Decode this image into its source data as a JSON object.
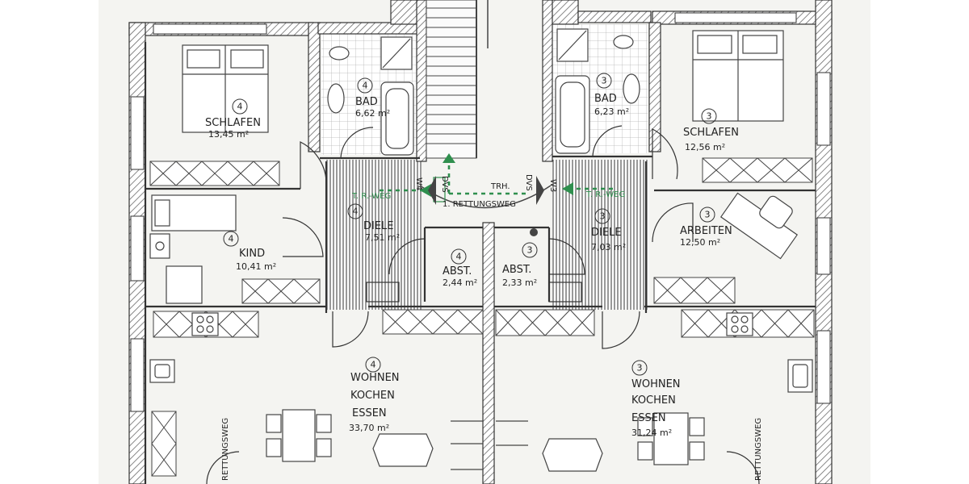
{
  "colors": {
    "paper": "#f4f4f1",
    "ink": "#333333",
    "hatch": "#9a9a9a",
    "green": "#2f8f4e"
  },
  "units": {
    "left": {
      "number": "4",
      "rooms": [
        {
          "id": "schlafen-4",
          "name": "SCHLAFEN",
          "area": "13,45 m²"
        },
        {
          "id": "bad-4",
          "name": "BAD",
          "area": "6,62 m²"
        },
        {
          "id": "diele-4",
          "name": "DIELE",
          "area": "7,51 m²"
        },
        {
          "id": "kind-4",
          "name": "KIND",
          "area": "10,41 m²"
        },
        {
          "id": "abst-4",
          "name": "ABST.",
          "area": "2,44 m²"
        },
        {
          "id": "wohnen-4",
          "name": "WOHNEN",
          "line2": "KOCHEN",
          "line3": "ESSEN",
          "area": "33,70 m²"
        }
      ]
    },
    "right": {
      "number": "3",
      "rooms": [
        {
          "id": "bad-3",
          "name": "BAD",
          "area": "6,23 m²"
        },
        {
          "id": "schlafen-3",
          "name": "SCHLAFEN",
          "area": "12,56 m²"
        },
        {
          "id": "diele-3",
          "name": "DIELE",
          "area": "7,03 m²"
        },
        {
          "id": "arbeiten-3",
          "name": "ARBEITEN",
          "area": "12,50 m²"
        },
        {
          "id": "abst-3",
          "name": "ABST.",
          "area": "2,33 m²"
        },
        {
          "id": "wohnen-3",
          "name": "WOHNEN",
          "line2": "KOCHEN",
          "line3": "ESSEN",
          "area": "31,24 m²"
        }
      ]
    }
  },
  "markers": {
    "w4": "W4",
    "w3": "W3",
    "dvs": "DVS",
    "trh": "TRH.",
    "t_r_weg": "T. R.-WEG",
    "rettungsweg_main": "1. RETTUNGSWEG",
    "rettungsweg_side": "RETTUNGSWEG"
  }
}
